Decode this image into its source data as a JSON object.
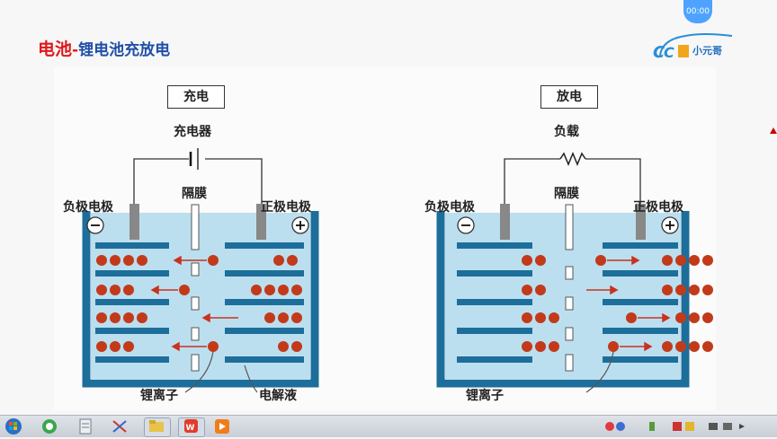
{
  "header": {
    "title_main": "电池",
    "title_sep": "-",
    "title_sub": "锂电池充放电"
  },
  "timer": {
    "value": "00:00"
  },
  "logo": {
    "text": "小元哥"
  },
  "charge": {
    "box_label": "充电",
    "charger_label": "充电器",
    "separator_label": "隔膜",
    "neg_electrode": "负极电极",
    "pos_electrode": "正极电极",
    "neg_sign": "−",
    "pos_sign": "+",
    "ion_label": "锂离子",
    "electrolyte_label": "电解液"
  },
  "discharge": {
    "box_label": "放电",
    "load_label": "负载",
    "separator_label": "隔膜",
    "neg_electrode": "负极电极",
    "pos_electrode": "正极电极",
    "neg_sign": "−",
    "pos_sign": "+",
    "ion_label": "锂离子"
  },
  "colors": {
    "title_red": "#e0181b",
    "title_blue": "#1f4fa6",
    "container": "#1d6e9a",
    "electrolyte": "#bcdff0",
    "electrode_plate": "#1d6e9a",
    "ion": "#c23a1a",
    "arrow": "#c8321e"
  },
  "taskbar": {
    "icons": [
      "start-orb-icon",
      "browser-icon",
      "document-icon",
      "paint-icon",
      "folder-icon",
      "wps-icon",
      "player-icon"
    ]
  }
}
